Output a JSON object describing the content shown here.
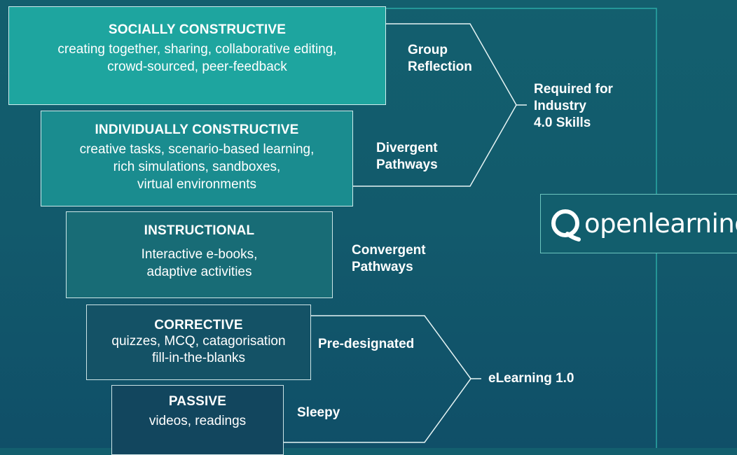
{
  "tiers": [
    {
      "title": "SOCIALLY CONSTRUCTIVE",
      "desc": [
        "creating together, sharing, collaborative editing,",
        "crowd-sourced, peer-feedback"
      ]
    },
    {
      "title": "INDIVIDUALLY CONSTRUCTIVE",
      "desc": [
        "creative tasks, scenario-based learning,",
        "rich simulations, sandboxes,",
        "virtual environments"
      ]
    },
    {
      "title": "INSTRUCTIONAL",
      "desc": [
        "Interactive e-books,",
        "adaptive activities"
      ]
    },
    {
      "title": "CORRECTIVE",
      "desc": [
        "quizzes, MCQ, catagorisation",
        "fill-in-the-blanks"
      ]
    },
    {
      "title": "PASSIVE",
      "desc": [
        "videos, readings"
      ]
    }
  ],
  "pathways": {
    "group": [
      "Group",
      "Reflection"
    ],
    "divergent": [
      "Divergent",
      "Pathways"
    ],
    "convergent": [
      "Convergent",
      "Pathways"
    ],
    "predesignated": "Pre-designated",
    "sleepy": "Sleepy"
  },
  "outcomes": {
    "industry": [
      "Required for",
      "Industry",
      "4.0 Skills"
    ],
    "elearning": "eLearning 1.0"
  },
  "logo": {
    "text": "openlearning"
  },
  "colors": {
    "background": "#125a6c",
    "tier_socially": "#1ea59f",
    "tier_individually": "#1a8c8f",
    "tier_instructional": "#186c76",
    "tier_corrective": "#145266",
    "tier_passive": "#12465e",
    "guide_line": "#2aa9a5"
  }
}
